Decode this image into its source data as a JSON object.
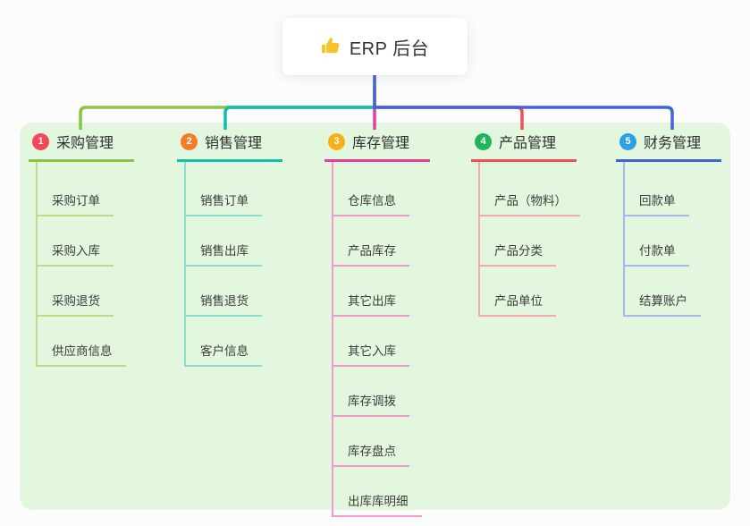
{
  "root": {
    "icon": "thumbs-up-icon",
    "title": "ERP 后台"
  },
  "colors": {
    "page_background": "#fcfcfc",
    "panel_background": "#e3f7de",
    "root_trunk_blue": "#4163d8"
  },
  "branches": [
    {
      "num": "1",
      "label": "采购管理",
      "badge_color": "#f4465c",
      "line_color": "#8bc34a",
      "sub_line_color": "#b9dc90",
      "items": [
        "采购订单",
        "采购入库",
        "采购退货",
        "供应商信息"
      ]
    },
    {
      "num": "2",
      "label": "销售管理",
      "badge_color": "#f57d2a",
      "line_color": "#14bcab",
      "sub_line_color": "#8fdcd1",
      "items": [
        "销售订单",
        "销售出库",
        "销售退货",
        "客户信息"
      ]
    },
    {
      "num": "3",
      "label": "库存管理",
      "badge_color": "#f8b016",
      "line_color": "#e2409f",
      "sub_line_color": "#f29bc8",
      "items": [
        "仓库信息",
        "产品库存",
        "其它出库",
        "其它入库",
        "库存调拨",
        "库存盘点",
        "出库库明细"
      ]
    },
    {
      "num": "4",
      "label": "产品管理",
      "badge_color": "#23b35c",
      "line_color": "#f25059",
      "sub_line_color": "#f8a8a6",
      "items": [
        "产品（物料）",
        "产品分类",
        "产品单位"
      ]
    },
    {
      "num": "5",
      "label": "财务管理",
      "badge_color": "#2e9fe6",
      "line_color": "#4163d8",
      "sub_line_color": "#a4b9ec",
      "items": [
        "回款单",
        "付款单",
        "结算账户"
      ]
    }
  ]
}
